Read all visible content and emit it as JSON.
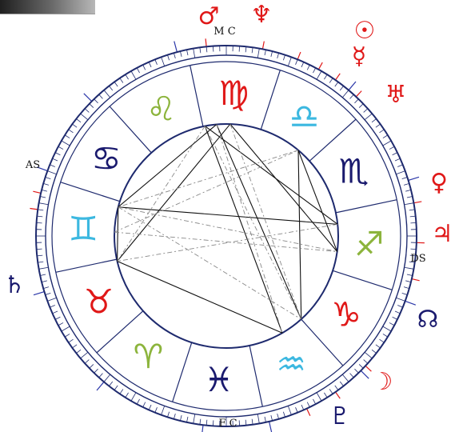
{
  "angles": {
    "mc": "M C",
    "ic": "F C",
    "asc": "AS",
    "dsc": "DS"
  },
  "signs": [
    {
      "name": "virgo",
      "glyph": "♍",
      "color": "#e01818"
    },
    {
      "name": "leo",
      "glyph": "♌",
      "color": "#8cb43c"
    },
    {
      "name": "cancer",
      "glyph": "♋",
      "color": "#1a1a6e"
    },
    {
      "name": "gemini",
      "glyph": "♊",
      "color": "#3cb8e0"
    },
    {
      "name": "taurus",
      "glyph": "♉",
      "color": "#e01818"
    },
    {
      "name": "aries",
      "glyph": "♈",
      "color": "#8cb43c"
    },
    {
      "name": "pisces",
      "glyph": "♓",
      "color": "#1a1a6e"
    },
    {
      "name": "aquarius",
      "glyph": "♒",
      "color": "#3cb8e0"
    },
    {
      "name": "capricorn",
      "glyph": "♑",
      "color": "#e01818"
    },
    {
      "name": "sagittarius",
      "glyph": "♐",
      "color": "#8cb43c"
    },
    {
      "name": "scorpio",
      "glyph": "♏",
      "color": "#1a1a6e"
    },
    {
      "name": "libra",
      "glyph": "♎",
      "color": "#3cb8e0"
    }
  ],
  "planets": [
    {
      "name": "mars",
      "glyph": "♂",
      "color": "#e01818"
    },
    {
      "name": "neptune",
      "glyph": "♆",
      "color": "#e01818"
    },
    {
      "name": "sun",
      "glyph": "☉",
      "color": "#e01818"
    },
    {
      "name": "mercury",
      "glyph": "☿",
      "color": "#e01818"
    },
    {
      "name": "uranus",
      "glyph": "♅",
      "color": "#e01818"
    },
    {
      "name": "venus",
      "glyph": "♀",
      "color": "#e01818"
    },
    {
      "name": "jupiter",
      "glyph": "♃",
      "color": "#e01818"
    },
    {
      "name": "north-node",
      "glyph": "☊",
      "color": "#1a1a6e"
    },
    {
      "name": "moon",
      "glyph": "☽",
      "color": "#e01818"
    },
    {
      "name": "pluto",
      "glyph": "♇",
      "color": "#1a1a6e"
    },
    {
      "name": "saturn",
      "glyph": "♄",
      "color": "#1a1a6e"
    }
  ],
  "colors": {
    "ring": "#1e2a6e",
    "tick_red": "#e01818",
    "tick_blue": "#2a36a8",
    "aspect_hard": "#111111",
    "aspect_soft": "#888888"
  }
}
